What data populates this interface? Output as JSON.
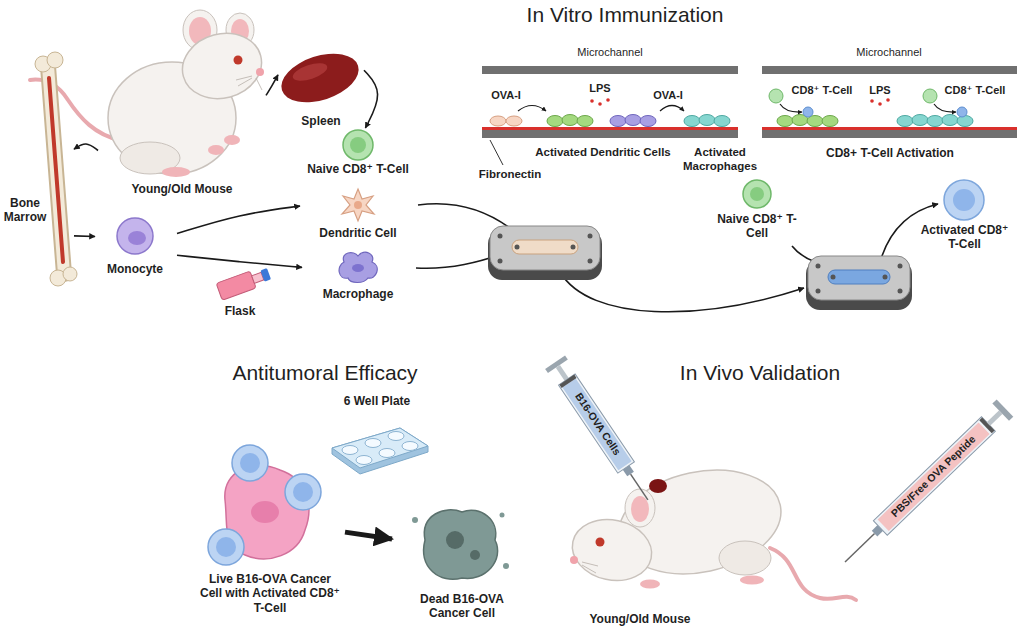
{
  "diagram": {
    "nodes": [
      {
        "text": [
          "Young/Old Mouse"
        ]
      },
      {
        "text": [
          "Spleen"
        ]
      },
      {
        "text": [
          "Naive CD8⁺ T-Cell"
        ]
      },
      {
        "text": [
          "Bone Marrow"
        ]
      },
      {
        "text": [
          "Monocyte"
        ]
      },
      {
        "text": [
          "Dendritic Cell"
        ]
      },
      {
        "text": [
          "Macrophage"
        ]
      },
      {
        "text": [
          "Flask"
        ]
      },
      {
        "text": [
          "Microchannel"
        ]
      },
      {
        "text": [
          "Microchannel"
        ]
      },
      {
        "text": [
          "Naive CD8⁺ T-Cell"
        ]
      },
      {
        "text": [
          "Activated CD8⁺ T-Cell"
        ]
      },
      {
        "text": [
          "6 Well Plate"
        ]
      },
      {
        "text": [
          "Live B16-OVA Cancer Cell with Activated CD8⁺ T-Cell"
        ]
      },
      {
        "text": [
          "Dead B16-OVA Cancer Cell"
        ]
      },
      {
        "text": [
          "B16-OVA Cells"
        ]
      },
      {
        "text": [
          "PBS/Free OVA Peptide"
        ]
      },
      {
        "text": [
          "Young/Old Mouse"
        ]
      }
    ],
    "edges": [
      {
        "from": 0,
        "to": 1,
        "arrow": "to"
      },
      {
        "from": 1,
        "to": 2,
        "arrow": "to"
      },
      {
        "from": 0,
        "to": 3,
        "arrow": "to"
      },
      {
        "from": 3,
        "to": 4,
        "arrow": "to"
      },
      {
        "from": 4,
        "to": 5,
        "arrow": "to"
      },
      {
        "from": 4,
        "to": 6,
        "arrow": "to"
      },
      {
        "from": 13,
        "to": 14,
        "arrow": "to"
      }
    ],
    "labels": [
      "In Vitro Immunization",
      "OVA-I",
      "LPS",
      "OVA-I",
      "Activated Dendritic Cells",
      "Activated Macrophages",
      "Fibronectin",
      "CD8⁺ T-Cell",
      "LPS",
      "CD8⁺ T-Cell",
      "CD8+ T-Cell Activation",
      "Antitumoral Efficacy",
      "In Vivo Validation"
    ]
  }
}
